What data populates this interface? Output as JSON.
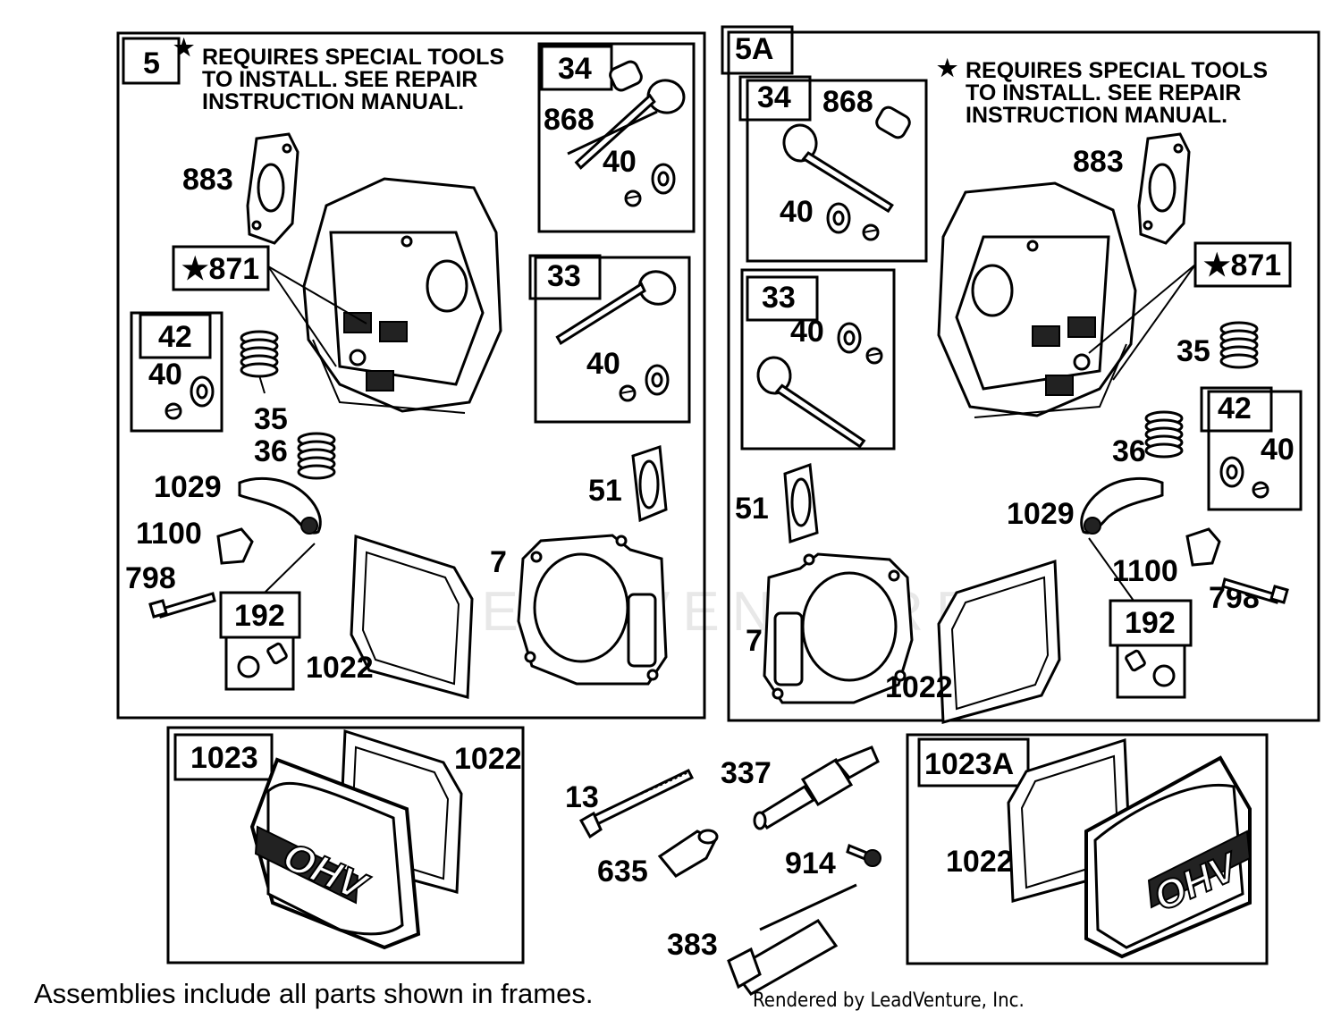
{
  "panels": {
    "assembly_5": {
      "number": "5",
      "note": [
        "REQUIRES SPECIAL TOOLS",
        "TO INSTALL.  SEE REPAIR",
        "INSTRUCTION MANUAL."
      ],
      "labels": {
        "p34": "34",
        "p868": "868",
        "p40a": "40",
        "p883": "883",
        "p871": "★871",
        "p33": "33",
        "p40b": "40",
        "p42": "42",
        "p40c": "40",
        "p35": "35",
        "p36": "36",
        "p51": "51",
        "p1029": "1029",
        "p1100": "1100",
        "p7": "7",
        "p798": "798",
        "p192": "192",
        "p1022": "1022"
      }
    },
    "assembly_5A": {
      "number": "5A",
      "note": [
        "REQUIRES SPECIAL TOOLS",
        "TO INSTALL.  SEE REPAIR",
        "INSTRUCTION MANUAL."
      ],
      "labels": {
        "p34": "34",
        "p868": "868",
        "p40a": "40",
        "p883": "883",
        "p871": "★871",
        "p33": "33",
        "p40b": "40",
        "p35": "35",
        "p42": "42",
        "p40c": "40",
        "p36": "36",
        "p51": "51",
        "p1029": "1029",
        "p1100": "1100",
        "p798": "798",
        "p7": "7",
        "p192": "192",
        "p1022": "1022"
      }
    },
    "assembly_1023": {
      "number": "1023",
      "label_1022": "1022",
      "cover_text": "OHV"
    },
    "assembly_1023A": {
      "number": "1023A",
      "label_1022": "1022",
      "cover_text": "OHV"
    },
    "loose_parts": {
      "p13": "13",
      "p337": "337",
      "p635": "635",
      "p914": "914",
      "p383": "383"
    }
  },
  "watermark": "LEADVENTURE",
  "footer": {
    "assemblies_note": "Assemblies include all parts shown in frames.",
    "credit": "Rendered by LeadVenture, Inc."
  }
}
